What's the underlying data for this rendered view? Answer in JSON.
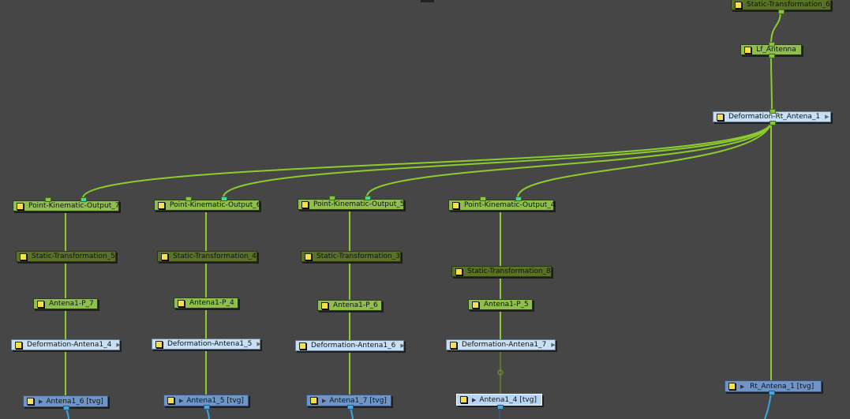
{
  "nodes": {
    "static_6": "Static-Transformation_6",
    "lf_antenna": "Lf_Antenna",
    "deform_rt": "Deformation-Rt_Antena_1",
    "pko_7": "Point-Kinematic-Output_7",
    "pko_6": "Point-Kinematic-Output_6",
    "pko_5": "Point-Kinematic-Output_5",
    "pko_4": "Point-Kinematic-Output_4",
    "static_5": "Static-Transformation_5",
    "static_4": "Static-Transformation_4",
    "static_3": "Static-Transformation_3",
    "static_8": "Static-Transformation_8",
    "p_7": "Antena1-P_7",
    "p_4": "Antena1-P_4",
    "p_6": "Antena1-P_6",
    "p_5": "Antena1-P_5",
    "deform_4": "Deformation-Antena1_4",
    "deform_5": "Deformation-Antena1_5",
    "deform_6": "Deformation-Antena1_6",
    "deform_7": "Deformation-Antena1_7",
    "tvg_6": "Antena1_6  [tvg]",
    "tvg_5": "Antena1_5  [tvg]",
    "tvg_7": "Antena1_7  [tvg]",
    "tvg_4": "Antena1_4  [tvg]",
    "tvg_rt": "Rt_Antena_1  [tvg]"
  },
  "colors": {
    "wire": "#8ccc2c",
    "wire_blue": "#3aa6e0",
    "background": "#464646"
  }
}
